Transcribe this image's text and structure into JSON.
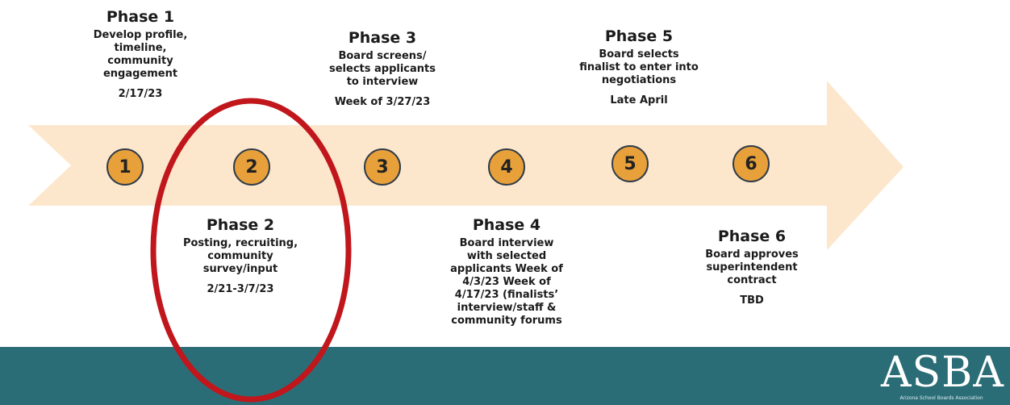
{
  "colors": {
    "arrow": "#fde7cc",
    "circle": "#e8a13a",
    "circle_border": "#2f3b4a",
    "band": "#2b6d76",
    "ring": "#c0161c"
  },
  "circles": [
    "1",
    "2",
    "3",
    "4",
    "5",
    "6"
  ],
  "phases": [
    {
      "title": "Phase 1",
      "desc": "Develop profile, timeline, community engagement",
      "date": "2/17/23"
    },
    {
      "title": "Phase 2",
      "desc": "Posting, recruiting, community survey/input",
      "date": "2/21-3/7/23"
    },
    {
      "title": "Phase 3",
      "desc": "Board screens/ selects applicants to interview",
      "date": "Week of 3/27/23"
    },
    {
      "title": "Phase 4",
      "desc": "Board interview with selected applicants Week of 4/3/23 Week of 4/17/23 (finalists’ interview/staff & community forums",
      "date": ""
    },
    {
      "title": "Phase 5",
      "desc": "Board selects finalist to enter into negotiations",
      "date": "Late April"
    },
    {
      "title": "Phase 6",
      "desc": "Board approves superintendent contract",
      "date": "TBD"
    }
  ],
  "logo": {
    "text": "ASBA",
    "subtitle": "Arizona School Boards Association"
  }
}
